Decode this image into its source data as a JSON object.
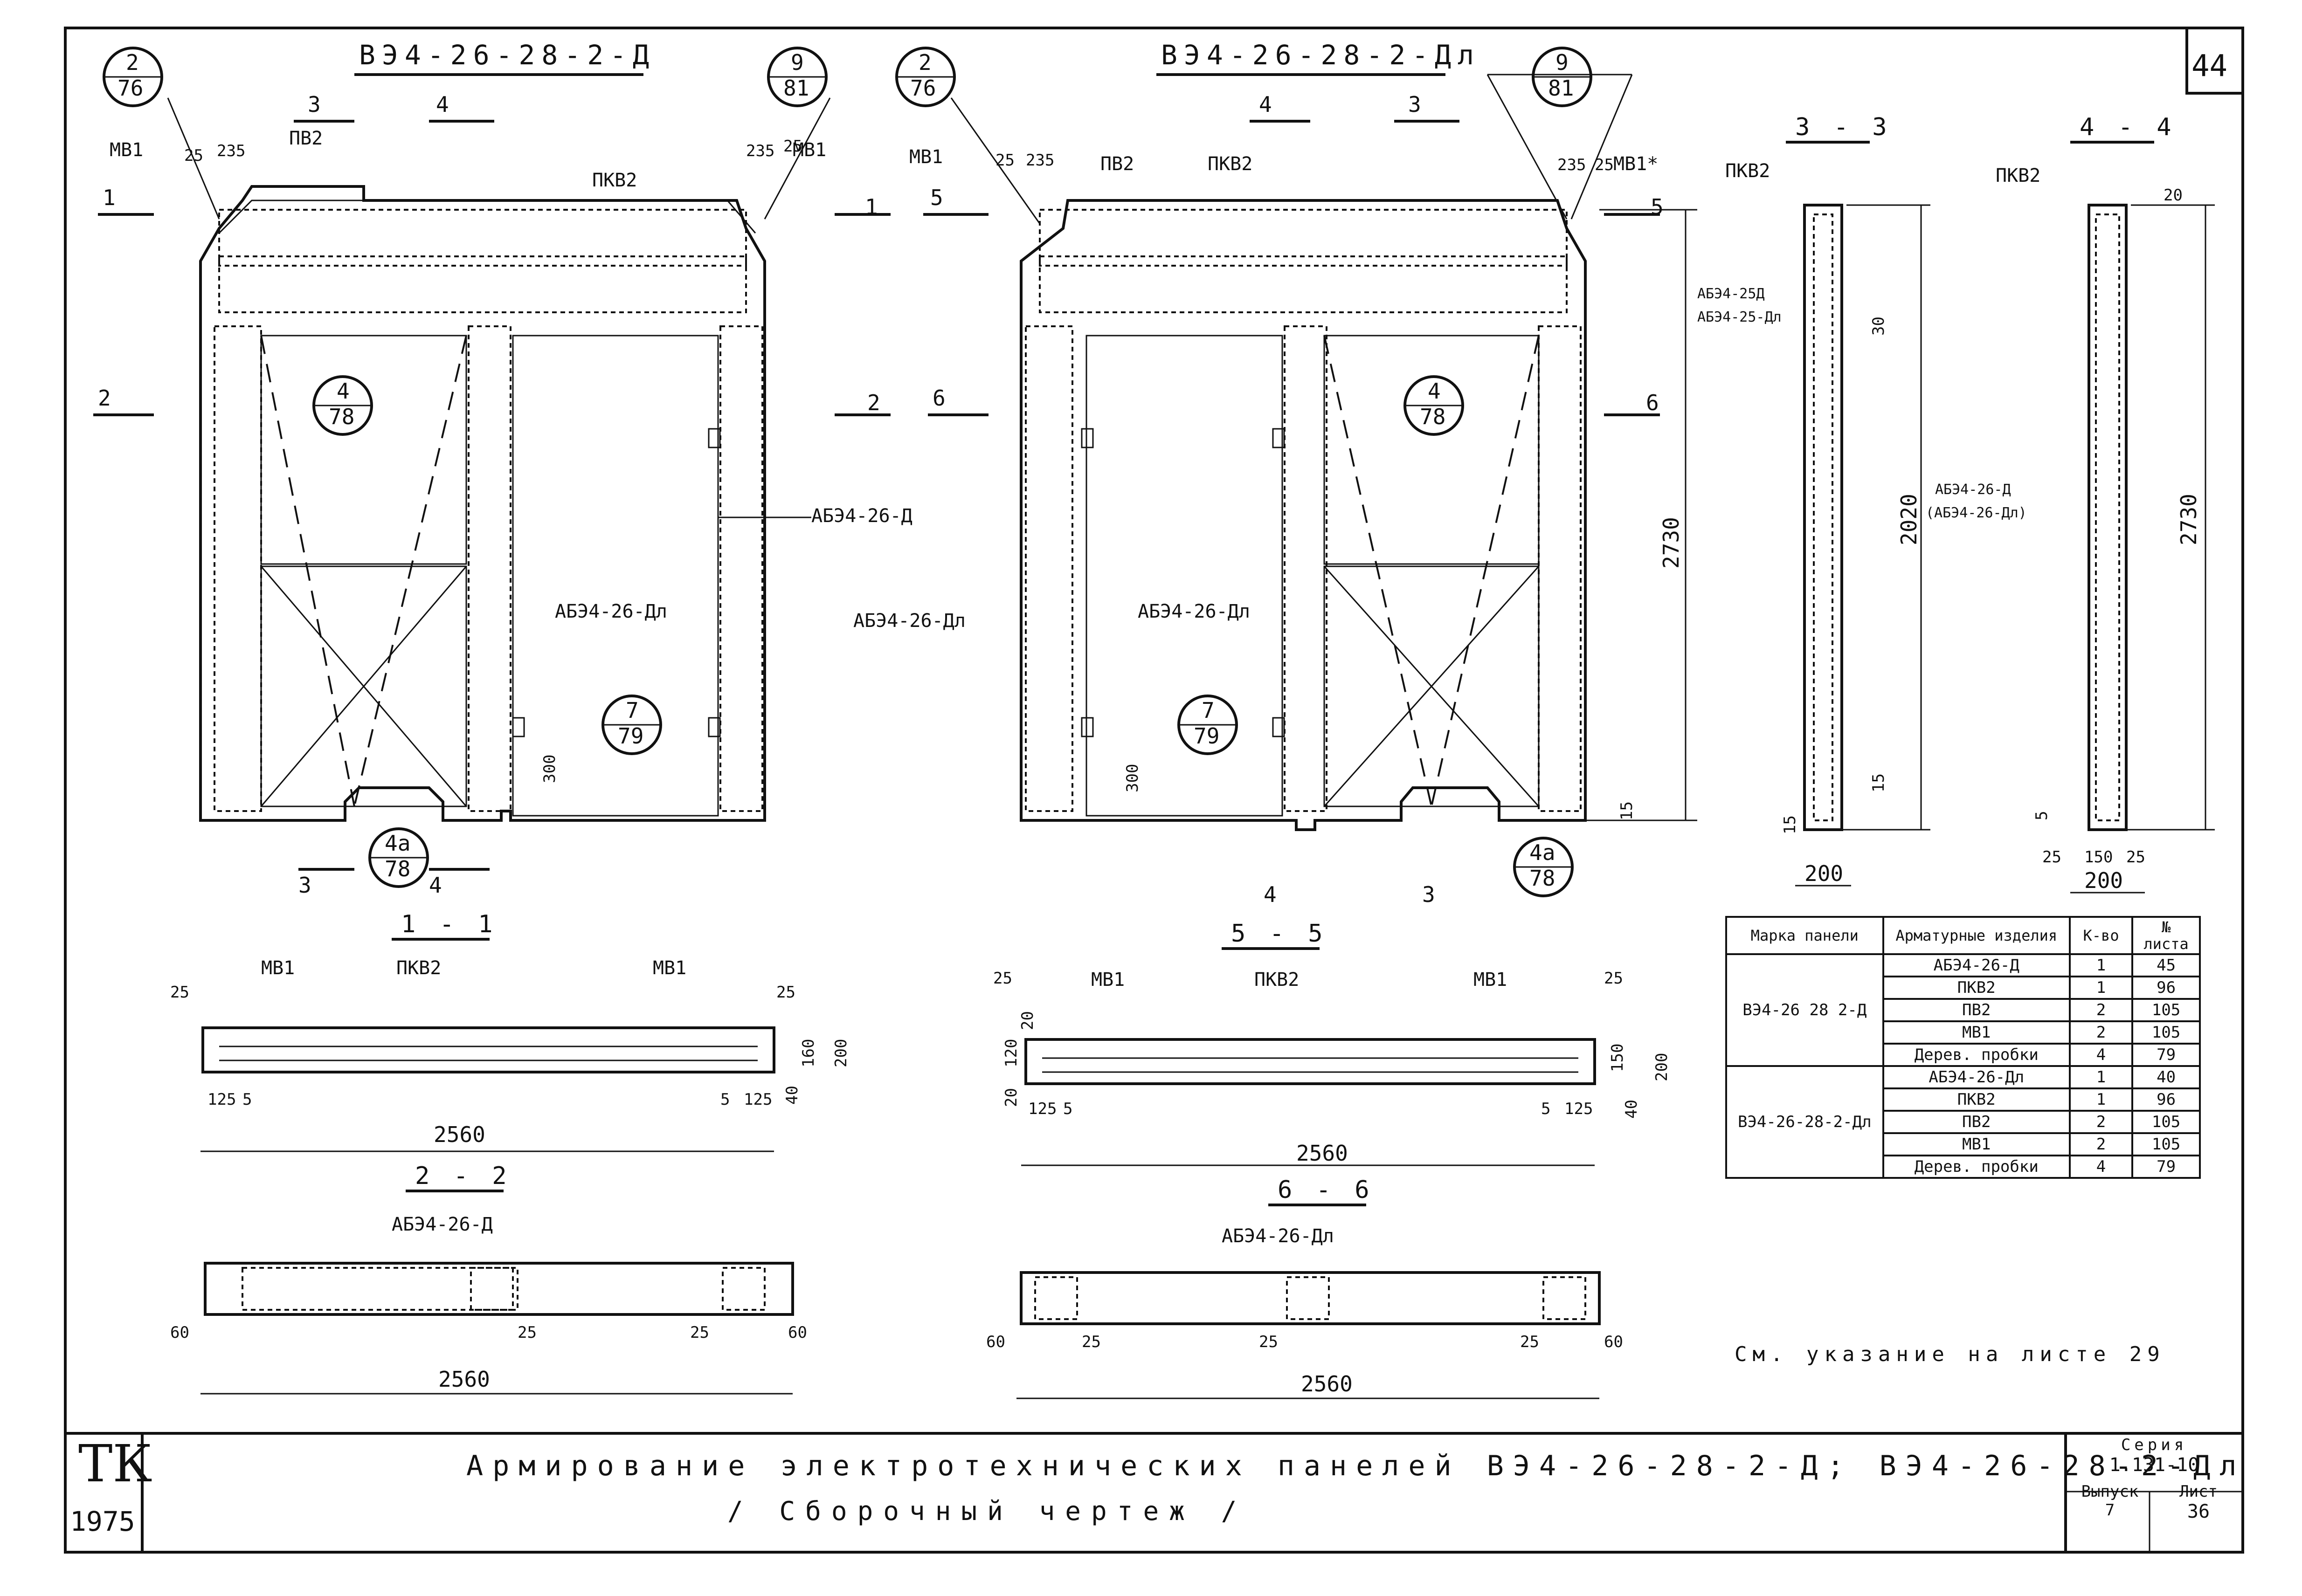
{
  "sheet": {
    "sheet_number": "44",
    "stamp_org": "ТК",
    "year": "1975",
    "title_line1": "Армирование электротехнических панелей ВЭ4-26-28-2-Д; ВЭ4-26-28-2-Дл",
    "title_line2": "/ Сборочный чертеж /",
    "series_label": "Серия",
    "series_value": "1.131-10",
    "issue_label": "Выпуск",
    "issue_value": "7",
    "page_label": "Лист",
    "page_value": "36",
    "note": "См. указание на листе 29"
  },
  "panel_left": {
    "title": "ВЭ4-26-28-2-Д",
    "callouts": [
      {
        "top": "2",
        "bottom": "76"
      },
      {
        "top": "9",
        "bottom": "81"
      },
      {
        "top": "4",
        "bottom": "78"
      },
      {
        "top": "7",
        "bottom": "79"
      },
      {
        "top": "4а",
        "bottom": "78"
      }
    ],
    "labels": {
      "mv1_left": "МВ1",
      "mv1_right": "МВ1",
      "pv2": "ПВ2",
      "pkv2": "ПКВ2",
      "abe_right": "АБЭ4-26-Д",
      "abe_door": "АБЭ4-26-Дл",
      "dim_25a": "25",
      "dim_235a": "235",
      "dim_235b": "235",
      "dim_25b": "25",
      "dim_300": "300"
    },
    "section_marks": [
      "1",
      "1",
      "2",
      "2",
      "3",
      "3",
      "4",
      "4"
    ]
  },
  "panel_right": {
    "title": "ВЭ4-26-28-2-Дл",
    "callouts": [
      {
        "top": "2",
        "bottom": "76"
      },
      {
        "top": "9",
        "bottom": "81"
      },
      {
        "top": "4",
        "bottom": "78"
      },
      {
        "top": "7",
        "bottom": "79"
      },
      {
        "top": "4а",
        "bottom": "78"
      }
    ],
    "labels": {
      "mv1_left": "МВ1",
      "mv1_right": "МВ1*",
      "pv2": "ПВ2",
      "pkv2": "ПКВ2",
      "abe_left": "АБЭ4-26-Дл",
      "abe_door": "АБЭ4-26-Дл",
      "dim_25a": "25",
      "dim_235a": "235",
      "dim_235b": "235",
      "dim_25b": "25",
      "dim_300": "300",
      "dim_2730": "2730",
      "dim_15": "15"
    },
    "section_marks": [
      "5",
      "5",
      "6",
      "6",
      "3",
      "3",
      "4",
      "4"
    ]
  },
  "section_3_3": {
    "title": "3 - 3",
    "pkv2": "ПКВ2",
    "abe_a": "АБЭ4-25Д",
    "abe_b": "АБЭ4-25-Дл",
    "dim_30": "30",
    "dim_2020": "2020",
    "dim_15a": "15",
    "dim_15b": "15",
    "dim_200": "200"
  },
  "section_4_4": {
    "title": "4 - 4",
    "pkv2": "ПКВ2",
    "abe_a": "АБЭ4-26-Д",
    "abe_b": "(АБЭ4-26-Дл)",
    "dim_20": "20",
    "dim_2730": "2730",
    "dim_5": "5",
    "dim_25a": "25",
    "dim_150": "150",
    "dim_25b": "25",
    "dim_200": "200"
  },
  "section_1_1": {
    "title": "1 - 1",
    "mv1_left": "МВ1",
    "pkv2": "ПКВ2",
    "mv1_right": "МВ1",
    "dim_25a": "25",
    "dim_25b": "25",
    "dim_125a": "125",
    "dim_5a": "5",
    "dim_5b": "5",
    "dim_125b": "125",
    "dim_40": "40",
    "dim_160": "160",
    "dim_200": "200",
    "dim_2560": "2560"
  },
  "section_5_5": {
    "title": "5 - 5",
    "mv1_left": "МВ1",
    "pkv2": "ПКВ2",
    "mv1_right": "МВ1",
    "dim_25a": "25",
    "dim_25b": "25",
    "dim_120": "120",
    "dim_20a": "20",
    "dim_20b": "20",
    "dim_125a": "125",
    "dim_5a": "5",
    "dim_5b": "5",
    "dim_125b": "125",
    "dim_150": "150",
    "dim_40": "40",
    "dim_200": "200",
    "dim_2560": "2560"
  },
  "section_2_2": {
    "title": "2 - 2",
    "abe": "АБЭ4-26-Д",
    "dim_60a": "60",
    "dim_25a": "25",
    "dim_25b": "25",
    "dim_60b": "60",
    "dim_2560": "2560"
  },
  "section_6_6": {
    "title": "6 - 6",
    "abe": "АБЭ4-26-Дл",
    "dim_60a": "60",
    "dim_25a": "25",
    "dim_25b": "25",
    "dim_25c": "25",
    "dim_60b": "60",
    "dim_2560": "2560"
  },
  "spec_table": {
    "headers": [
      "Марка панели",
      "Арматурные изделия",
      "К-во",
      "№ листа"
    ],
    "groups": [
      {
        "mark": "ВЭ4-26 28 2-Д",
        "rows": [
          {
            "item": "АБЭ4-26-Д",
            "qty": "1",
            "sheet": "45"
          },
          {
            "item": "ПКВ2",
            "qty": "1",
            "sheet": "96"
          },
          {
            "item": "ПВ2",
            "qty": "2",
            "sheet": "105"
          },
          {
            "item": "МВ1",
            "qty": "2",
            "sheet": "105"
          },
          {
            "item": "Дерев. пробки",
            "qty": "4",
            "sheet": "79"
          }
        ]
      },
      {
        "mark": "ВЭ4-26-28-2-Дл",
        "rows": [
          {
            "item": "АБЭ4-26-Дл",
            "qty": "1",
            "sheet": "40"
          },
          {
            "item": "ПКВ2",
            "qty": "1",
            "sheet": "96"
          },
          {
            "item": "ПВ2",
            "qty": "2",
            "sheet": "105"
          },
          {
            "item": "МВ1",
            "qty": "2",
            "sheet": "105"
          },
          {
            "item": "Дерев. пробки",
            "qty": "4",
            "sheet": "79"
          }
        ]
      }
    ]
  }
}
